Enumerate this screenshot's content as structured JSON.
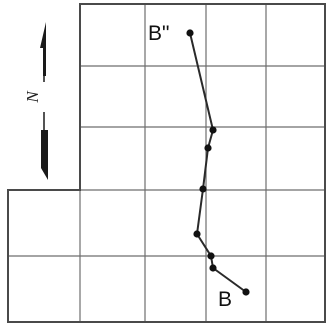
{
  "labels": {
    "start": "B",
    "end": "B\"",
    "north": "N"
  },
  "colors": {
    "grid": "#6e6e6e",
    "outline": "#4a4a4a",
    "path": "#2a2a2a",
    "points": "#111111"
  },
  "icons": {
    "north_arrow": "north-arrow-icon"
  }
}
